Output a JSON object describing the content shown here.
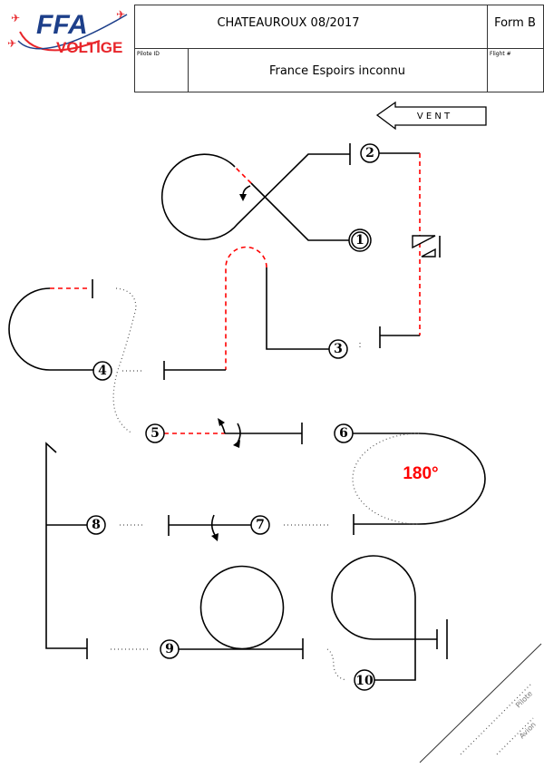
{
  "logo": {
    "text_top": "FFA",
    "text_bottom": "VOLTIGE",
    "colors": {
      "blue": "#1d3f8a",
      "red": "#e8262b"
    }
  },
  "header": {
    "title": "CHATEAUROUX 08/2017",
    "form": "Form B",
    "pilot_id_label": "Pilote ID",
    "sequence_name": "France Espoirs inconnu",
    "flight_label": "Flight #"
  },
  "wind": {
    "label": "V E N T",
    "direction": "left"
  },
  "figures": [
    "1",
    "2",
    "3",
    "4",
    "5",
    "6",
    "7",
    "8",
    "9",
    "10"
  ],
  "annotations": {
    "turn": "180°"
  },
  "signature": {
    "pilot_label": "Pilote",
    "plane_label": "Avion"
  },
  "colors": {
    "line": "#000000",
    "negative": "#ff0000"
  }
}
